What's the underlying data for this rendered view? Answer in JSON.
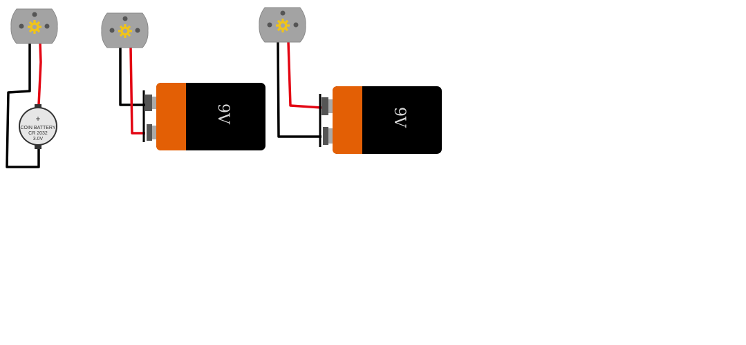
{
  "colors": {
    "motor_body": "#a3a3a3",
    "motor_outline": "#8a8a8a",
    "shaft_gear": "#f0c419",
    "wire_red": "#e30613",
    "wire_black": "#000000",
    "battery_orange": "#e35f05",
    "battery_black": "#000000",
    "terminal_dark": "#555555",
    "terminal_light": "#aaaaaa",
    "coin_body": "#e6e6e6"
  },
  "icons": {
    "motor": "dc-motor-icon",
    "gear": "gear-icon",
    "coin_cell": "coin-battery-icon",
    "nine_volt": "nine-volt-battery-icon"
  },
  "circuits": [
    {
      "motor": {
        "icon": "dc-motor-icon"
      },
      "battery": {
        "type": "coin",
        "symbol": "+",
        "line1": "COIN BATTERY",
        "line2": "CR 2032",
        "line3": "3.0V"
      }
    },
    {
      "motor": {
        "icon": "dc-motor-icon"
      },
      "battery": {
        "type": "9v",
        "label": "9V"
      }
    },
    {
      "motor": {
        "icon": "dc-motor-icon"
      },
      "battery": {
        "type": "9v",
        "label": "9V"
      }
    }
  ]
}
